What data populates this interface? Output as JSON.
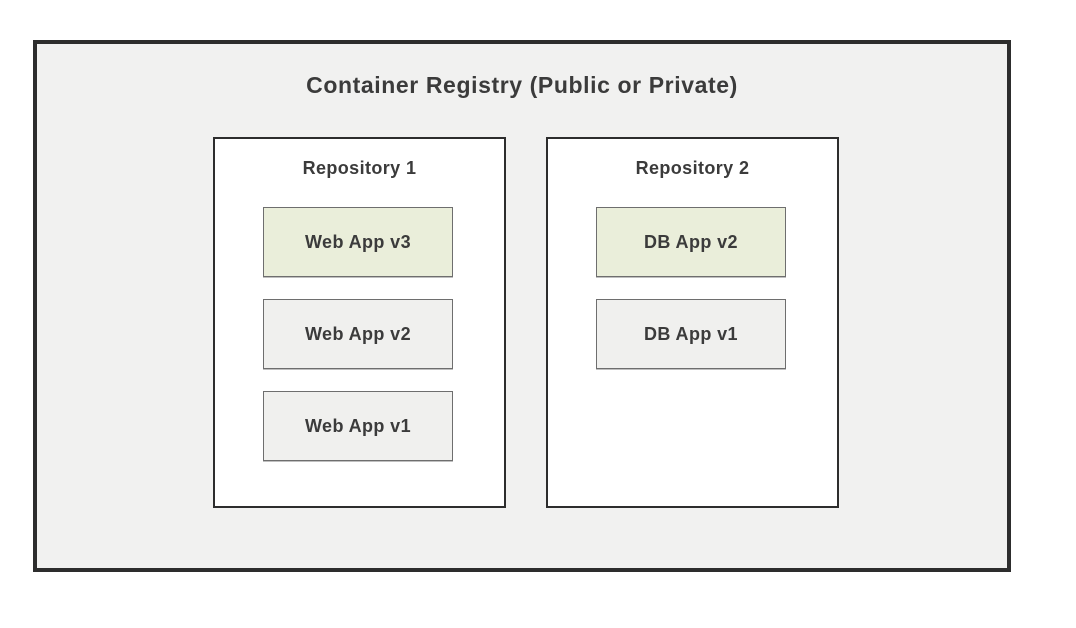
{
  "registry": {
    "title": "Container Registry (Public or Private)",
    "repositories": [
      {
        "name": "Repository 1",
        "images": [
          {
            "label": "Web App v3",
            "highlight": true
          },
          {
            "label": "Web App v2",
            "highlight": false
          },
          {
            "label": "Web App v1",
            "highlight": false
          }
        ]
      },
      {
        "name": "Repository 2",
        "images": [
          {
            "label": "DB App v2",
            "highlight": true
          },
          {
            "label": "DB App v1",
            "highlight": false
          }
        ]
      }
    ]
  },
  "colors": {
    "registry_fill": "#f1f1f0",
    "repo_fill": "#ffffff",
    "highlight_fill": "#eaeeda",
    "default_fill": "#f0f0ee",
    "border_dark": "#2d2d2d",
    "border_gray": "#6e6e6e",
    "text": "#3b3b3b"
  }
}
